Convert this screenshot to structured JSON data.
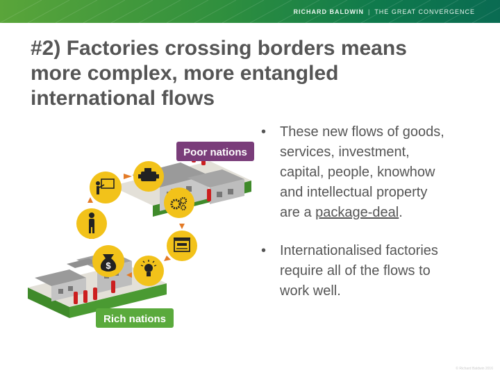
{
  "header": {
    "author": "RICHARD BALDWIN",
    "separator": "|",
    "book": "THE GREAT CONVERGENCE"
  },
  "title": {
    "line1": "#2) Factories crossing borders means",
    "line2": "more complex, more entangled",
    "line3": "international flows"
  },
  "bullets": [
    {
      "lines": [
        "These new flows of goods,",
        "services, investment,",
        "capital, people, knowhow",
        "and intellectual property"
      ],
      "last_prefix": "are a ",
      "last_underlined": "package-deal",
      "last_suffix": "."
    },
    {
      "lines": [
        "Internationalised factories",
        "require all of the flows to",
        "work well."
      ]
    }
  ],
  "bullet_char": "•",
  "diagram": {
    "poor_label": "Poor nations",
    "rich_label": "Rich nations",
    "dollar_symbol": "$",
    "icons": [
      "teacher-icon",
      "engine-icon",
      "gears-icon",
      "person-icon",
      "machine-icon",
      "money-bag-icon",
      "lightbulb-icon"
    ],
    "colors": {
      "poor_badge": "#7a3d7a",
      "rich_badge": "#5aaa3c",
      "icon_circle": "#f2c21a",
      "arrow": "#e37a26",
      "ground": "#5aa83a"
    }
  },
  "footer": {
    "copyright": "© Richard Baldwin 2016"
  }
}
